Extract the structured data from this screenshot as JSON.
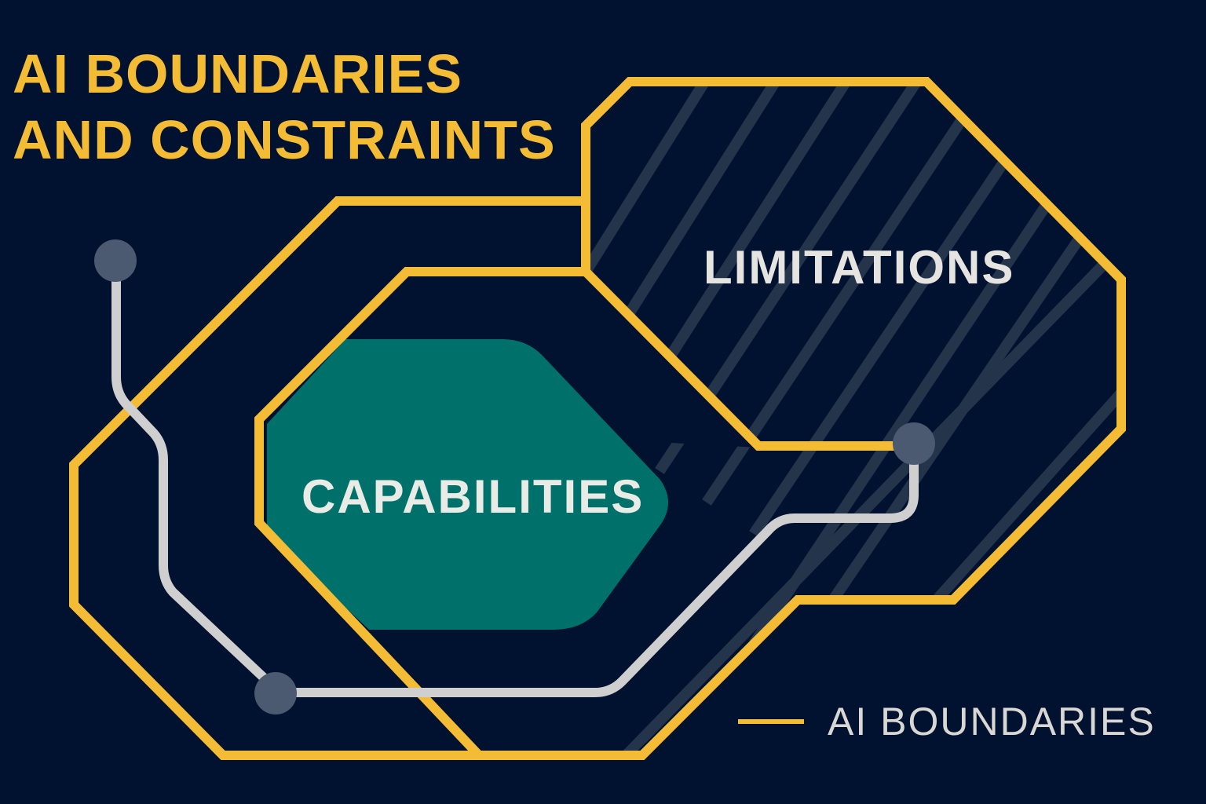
{
  "title": {
    "line1": "AI BOUNDARIES",
    "line2": "AND CONSTRAINTS"
  },
  "regions": {
    "limitations": {
      "label": "LIMITATIONS"
    },
    "capabilities": {
      "label": "CAPABILITIES"
    }
  },
  "legend": {
    "items": [
      {
        "label": "AI BOUNDARIES",
        "swatch": "line",
        "color": "#F4BC35"
      }
    ]
  },
  "colors": {
    "background": "#011130",
    "boundary": "#F4BC35",
    "capabilities_fill": "#00716A",
    "hatch": "#24344B",
    "connector": "#CFCFCF",
    "node": "#4B5A70",
    "text_light": "#E6E4E0"
  }
}
